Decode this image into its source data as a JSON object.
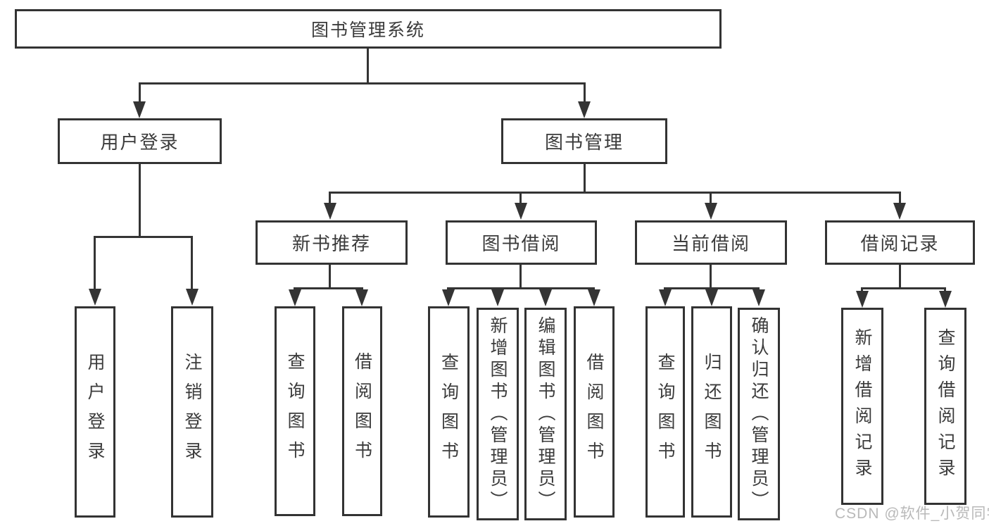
{
  "diagram": {
    "title": "图书管理系统",
    "watermark": "CSDN @软件_小贺同学",
    "colors": {
      "line": "#343434",
      "border": "#333333",
      "text": "#3b3b3b",
      "background": "#ffffff",
      "watermark": "#b9b9b9"
    },
    "level2": [
      {
        "label": "用户登录",
        "children": [
          "用户登录",
          "注销登录"
        ]
      },
      {
        "label": "图书管理"
      }
    ],
    "level3": [
      {
        "label": "新书推荐",
        "children": [
          "查询图书",
          "借阅图书"
        ]
      },
      {
        "label": "图书借阅",
        "children": [
          "查询图书",
          "新增图书（管理员）",
          "编辑图书（管理员）",
          "借阅图书"
        ]
      },
      {
        "label": "当前借阅",
        "children": [
          "查询图书",
          "归还图书",
          "确认归还（管理员）"
        ]
      },
      {
        "label": "借阅记录",
        "children": [
          "新增借阅记录",
          "查询借阅记录"
        ]
      }
    ]
  }
}
